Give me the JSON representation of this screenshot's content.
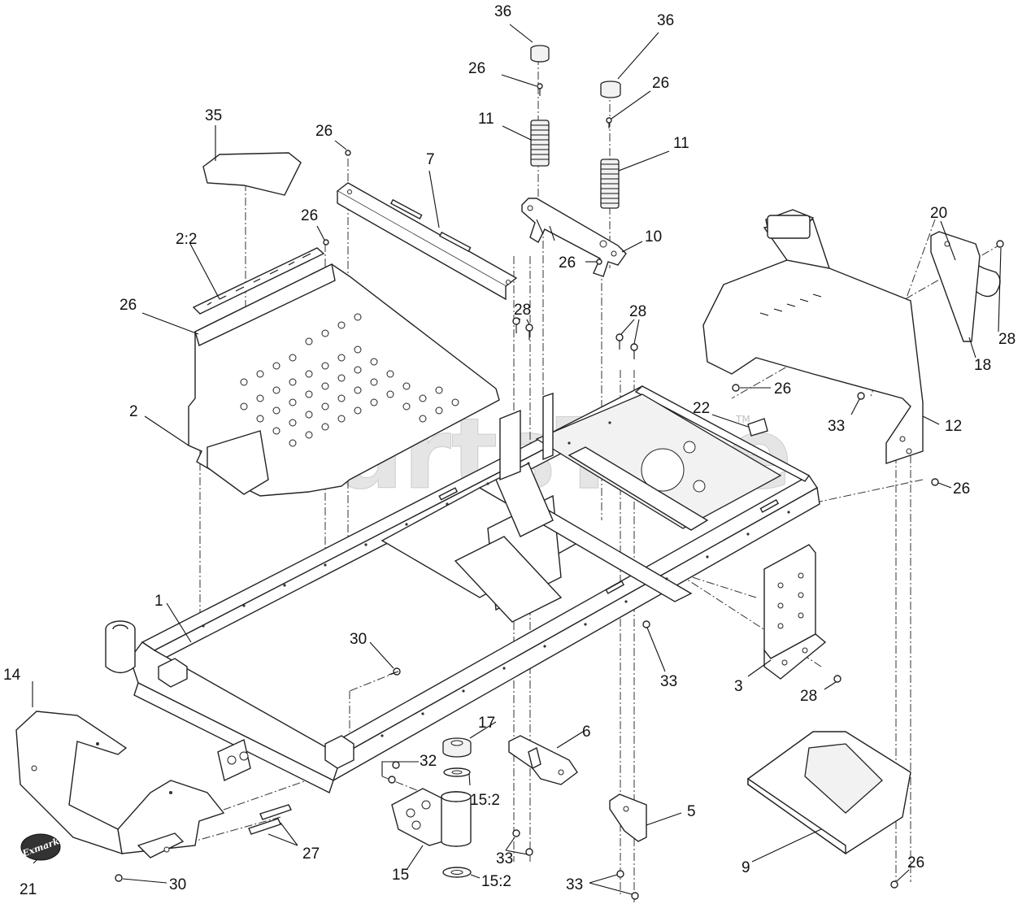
{
  "watermark": {
    "text": "PartsTree",
    "trademark": "TM"
  },
  "decal_logo_text": "Exmark",
  "callouts": [
    {
      "id": "c36a",
      "text": "36"
    },
    {
      "id": "c36b",
      "text": "36"
    },
    {
      "id": "c26a",
      "text": "26"
    },
    {
      "id": "c26b",
      "text": "26"
    },
    {
      "id": "c11a",
      "text": "11"
    },
    {
      "id": "c11b",
      "text": "11"
    },
    {
      "id": "c35",
      "text": "35"
    },
    {
      "id": "c26c",
      "text": "26"
    },
    {
      "id": "c7",
      "text": "7"
    },
    {
      "id": "c26d",
      "text": "26"
    },
    {
      "id": "c22a",
      "text": "2:2"
    },
    {
      "id": "c10",
      "text": "10"
    },
    {
      "id": "c26e",
      "text": "26"
    },
    {
      "id": "c20",
      "text": "20"
    },
    {
      "id": "c26f",
      "text": "26"
    },
    {
      "id": "c28a",
      "text": "28"
    },
    {
      "id": "c28b",
      "text": "28"
    },
    {
      "id": "c28c",
      "text": "28"
    },
    {
      "id": "c18",
      "text": "18"
    },
    {
      "id": "c26g",
      "text": "26"
    },
    {
      "id": "c22",
      "text": "22"
    },
    {
      "id": "c2",
      "text": "2"
    },
    {
      "id": "c33a",
      "text": "33"
    },
    {
      "id": "c12",
      "text": "12"
    },
    {
      "id": "c26h",
      "text": "26"
    },
    {
      "id": "c1",
      "text": "1"
    },
    {
      "id": "c30a",
      "text": "30"
    },
    {
      "id": "c33b",
      "text": "33"
    },
    {
      "id": "c3",
      "text": "3"
    },
    {
      "id": "c28d",
      "text": "28"
    },
    {
      "id": "c14",
      "text": "14"
    },
    {
      "id": "c17",
      "text": "17"
    },
    {
      "id": "c6",
      "text": "6"
    },
    {
      "id": "c32",
      "text": "32"
    },
    {
      "id": "c152a",
      "text": "15:2"
    },
    {
      "id": "c27",
      "text": "27"
    },
    {
      "id": "c5",
      "text": "5"
    },
    {
      "id": "c9",
      "text": "9"
    },
    {
      "id": "c15",
      "text": "15"
    },
    {
      "id": "c33c",
      "text": "33"
    },
    {
      "id": "c152b",
      "text": "15:2"
    },
    {
      "id": "c26i",
      "text": "26"
    },
    {
      "id": "c21",
      "text": "21"
    },
    {
      "id": "c30b",
      "text": "30"
    },
    {
      "id": "c33d",
      "text": "33"
    }
  ]
}
